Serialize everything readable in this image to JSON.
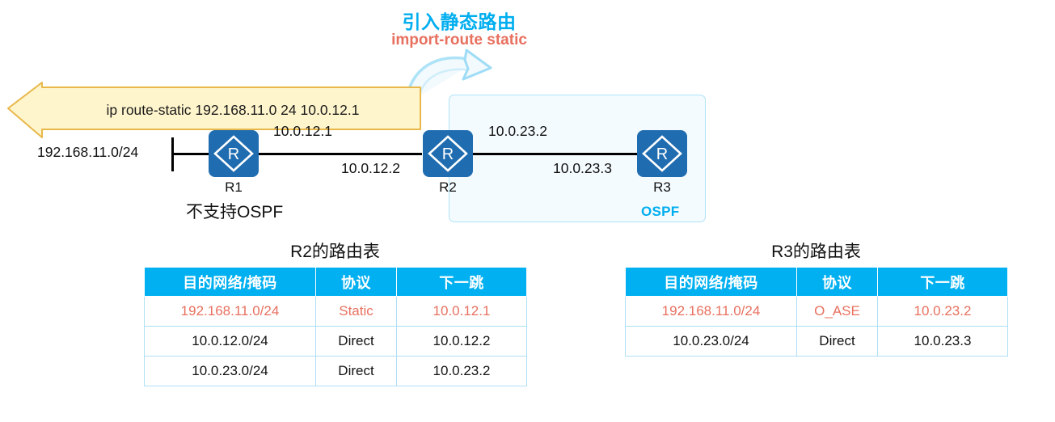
{
  "header": {
    "title_cn": "引入静态路由",
    "title_en": "import-route static"
  },
  "banner": {
    "command": "ip route-static 192.168.11.0 24 10.0.12.1",
    "fill_color": "#FFF5CC",
    "border_color": "#E8B84B"
  },
  "topology": {
    "network_label": "192.168.11.0/24",
    "note_r1": "不支持OSPF",
    "area_label": "OSPF",
    "router_color": "#1F6CB0",
    "routers": [
      {
        "name": "R1"
      },
      {
        "name": "R2"
      },
      {
        "name": "R3"
      }
    ],
    "interface_labels": {
      "r1_to_r2": "10.0.12.1",
      "r2_to_r1": "10.0.12.2",
      "r2_to_r3": "10.0.23.2",
      "r3_to_r2": "10.0.23.3"
    }
  },
  "tables": [
    {
      "title": "R2的路由表",
      "columns": [
        "目的网络/掩码",
        "协议",
        "下一跳"
      ],
      "rows": [
        {
          "highlight": true,
          "cells": [
            "192.168.11.0/24",
            "Static",
            "10.0.12.1"
          ]
        },
        {
          "highlight": false,
          "cells": [
            "10.0.12.0/24",
            "Direct",
            "10.0.12.2"
          ]
        },
        {
          "highlight": false,
          "cells": [
            "10.0.23.0/24",
            "Direct",
            "10.0.23.2"
          ]
        }
      ]
    },
    {
      "title": "R3的路由表",
      "columns": [
        "目的网络/掩码",
        "协议",
        "下一跳"
      ],
      "rows": [
        {
          "highlight": true,
          "cells": [
            "192.168.11.0/24",
            "O_ASE",
            "10.0.23.2"
          ]
        },
        {
          "highlight": false,
          "cells": [
            "10.0.23.0/24",
            "Direct",
            "10.0.23.3"
          ]
        }
      ]
    }
  ],
  "colors": {
    "accent_cyan": "#00AEEF",
    "header_blue": "#00B0F0",
    "highlight_red": "#E8705F",
    "router_blue": "#1F6CB0",
    "area_fill": "#F4FBFE",
    "area_border": "#AEE3F7"
  }
}
